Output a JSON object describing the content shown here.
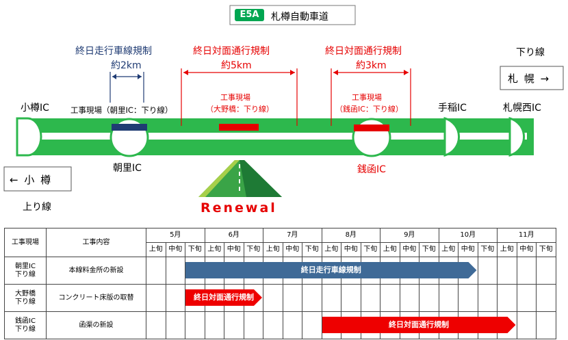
{
  "route": {
    "badge": "E5A",
    "name": "札樽自動車道"
  },
  "direction": {
    "down": "下り線",
    "up": "上り線",
    "sapporo_sign": "札 幌 →",
    "otaru_sign": "← 小 樽"
  },
  "interchanges": {
    "otaru": "小樽IC",
    "asari": "朝里IC",
    "zenibako": "銭函IC",
    "teine": "手稲IC",
    "sapporo_nishi": "札幌西IC"
  },
  "works_map": [
    {
      "title": "終日走行車線規制",
      "length": "約2km",
      "site": "工事現場（朝里IC：下り線）",
      "color": "#1f3b73"
    },
    {
      "title": "終日対面通行規制",
      "length": "約5km",
      "site_line1": "工事現場",
      "site_line2": "（大野橋：下り線）",
      "color": "#e60000"
    },
    {
      "title": "終日対面通行規制",
      "length": "約3km",
      "site_line1": "工事現場",
      "site_line2": "（銭函IC：下り線）",
      "color": "#e60000"
    }
  ],
  "logo": {
    "text": "Renewal"
  },
  "schedule": {
    "header": {
      "site": "工事現場",
      "content": "工事内容"
    },
    "months": [
      "5月",
      "6月",
      "7月",
      "8月",
      "9月",
      "10月",
      "11月"
    ],
    "periods": [
      "上旬",
      "中旬",
      "下旬"
    ],
    "rows": [
      {
        "site": "朝里IC\n下り線",
        "content": "本線料金所の新設",
        "bar_label": "終日走行車線規制",
        "start": 2,
        "end": 16,
        "color": "blue"
      },
      {
        "site": "大野橋\n下り線",
        "content": "コンクリート床版の取替",
        "bar_label": "終日対面通行規制",
        "start": 2,
        "end": 5,
        "color": "red"
      },
      {
        "site": "銭函IC\n下り線",
        "content": "函渠の新設",
        "bar_label": "終日対面通行規制",
        "start": 9,
        "end": 18,
        "color": "red"
      }
    ]
  },
  "colors": {
    "road": "#2db84d",
    "badge": "#00a651",
    "blue": "#3f6a97",
    "red": "#ee0000",
    "annot_blue": "#1f3b73",
    "annot_red": "#e60000"
  }
}
